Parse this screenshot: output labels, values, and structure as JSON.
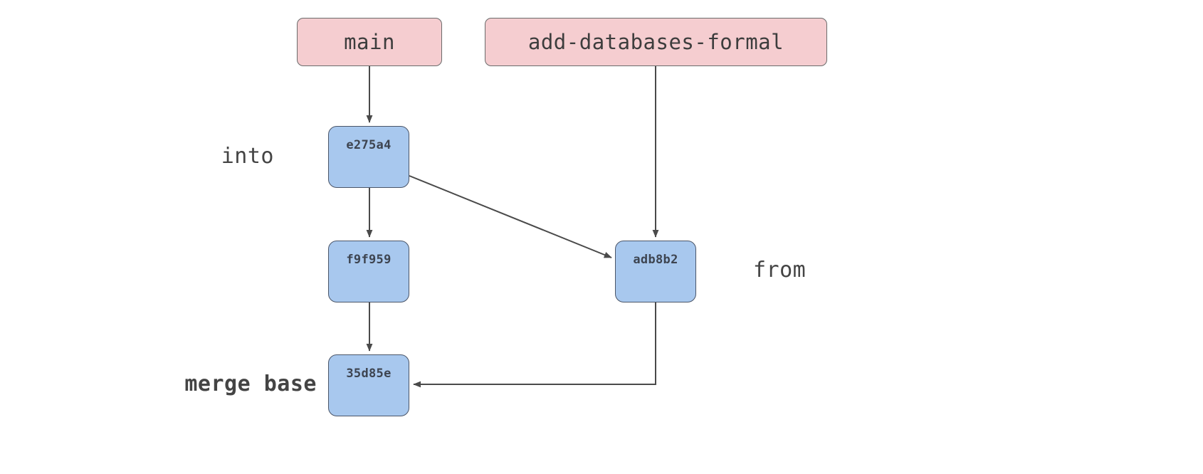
{
  "diagram": {
    "type": "git-merge-base-graph",
    "background_color": "#ffffff",
    "branch_fill": "#f5cdd0",
    "branch_stroke": "#6b6b6b",
    "commit_fill": "#a8c8ee",
    "commit_stroke": "#4a5568",
    "edge_color": "#4a4a4a",
    "text_color": "#444444"
  },
  "branches": [
    {
      "id": "main",
      "label": "main"
    },
    {
      "id": "feature",
      "label": "add-databases-formal"
    }
  ],
  "commits": [
    {
      "id": "e275a4",
      "hash": "e275a4"
    },
    {
      "id": "f9f959",
      "hash": "f9f959"
    },
    {
      "id": "adb8b2",
      "hash": "adb8b2"
    },
    {
      "id": "35d85e",
      "hash": "35d85e"
    }
  ],
  "annotations": {
    "into": "into",
    "from": "from",
    "merge_base": "merge base"
  },
  "edges": [
    {
      "from": "main",
      "to": "e275a4",
      "style": "straight-vertical"
    },
    {
      "from": "feature",
      "to": "adb8b2",
      "style": "straight-vertical"
    },
    {
      "from": "e275a4",
      "to": "f9f959",
      "style": "straight-vertical"
    },
    {
      "from": "e275a4",
      "to": "adb8b2",
      "style": "diagonal"
    },
    {
      "from": "f9f959",
      "to": "35d85e",
      "style": "straight-vertical"
    },
    {
      "from": "adb8b2",
      "to": "35d85e",
      "style": "elbow"
    }
  ]
}
